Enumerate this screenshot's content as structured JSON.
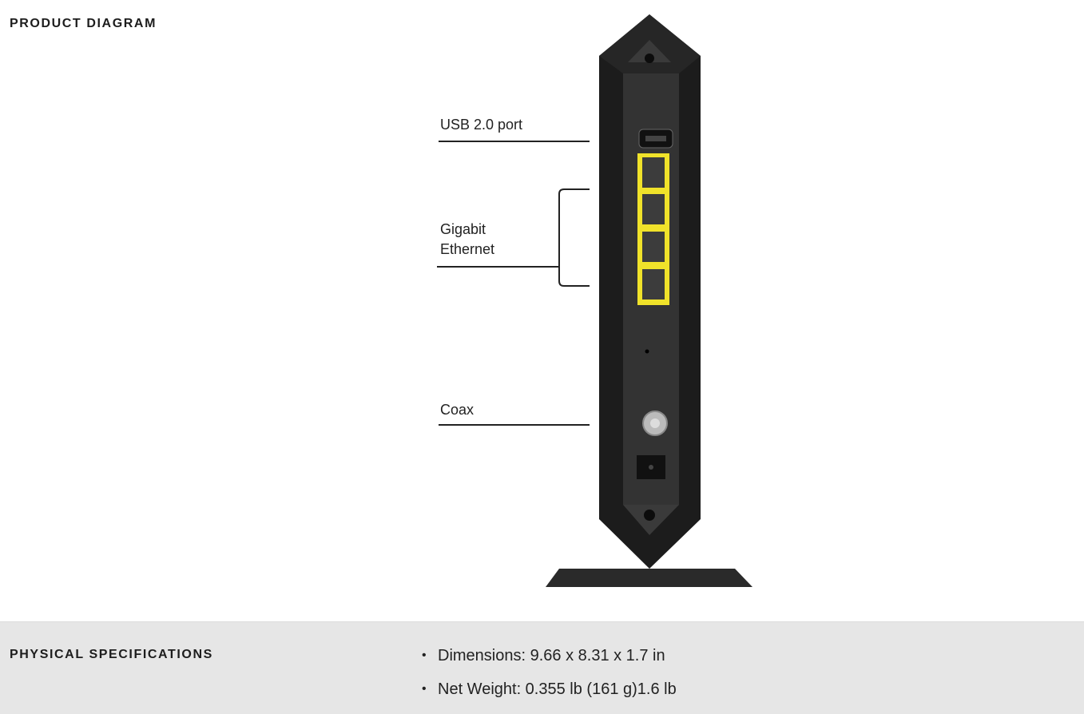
{
  "diagram": {
    "title": "PRODUCT DIAGRAM",
    "callouts": {
      "usb": "USB 2.0 port",
      "ethernet_line1": "Gigabit",
      "ethernet_line2": "Ethernet",
      "coax": "Coax"
    },
    "colors": {
      "body": "#1c1c1c",
      "panel": "#333333",
      "ports": "#f0e22a"
    }
  },
  "specs": {
    "title": "PHYSICAL SPECIFICATIONS",
    "items": [
      "Dimensions: 9.66 x 8.31 x 1.7 in",
      "Net Weight: 0.355 lb (161 g)1.6 lb"
    ]
  }
}
